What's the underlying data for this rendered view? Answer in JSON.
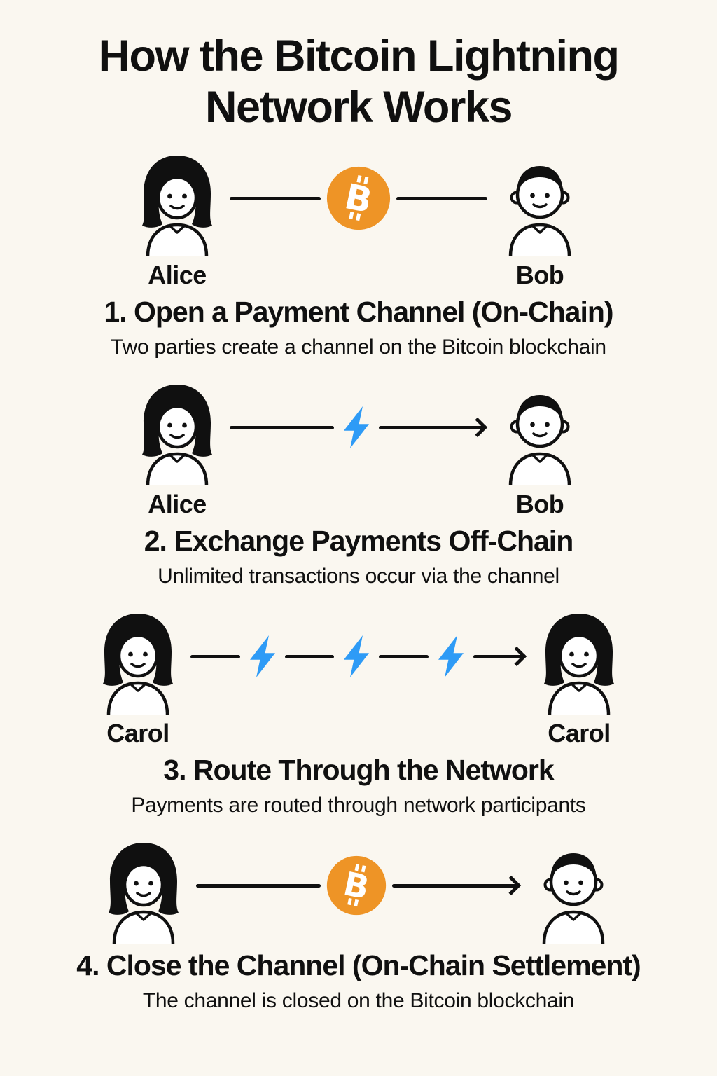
{
  "title": "How the Bitcoin Lightning Network Works",
  "colors": {
    "background": "#FAF7F0",
    "text": "#101010",
    "bitcoin_orange": "#EE9426",
    "lightning_blue": "#2E9BF6"
  },
  "icons": {
    "bitcoin": "bitcoin-coin-icon",
    "lightning": "lightning-bolt-icon"
  },
  "steps": [
    {
      "left_name": "Alice",
      "right_name": "Bob",
      "heading": "1. Open a Payment Channel (On-Chain)",
      "subtext": "Two parties create a channel on the Bitcoin blockchain",
      "connector_icons": [
        "bitcoin-coin"
      ],
      "arrow": false
    },
    {
      "left_name": "Alice",
      "right_name": "Bob",
      "heading": "2. Exchange Payments Off-Chain",
      "subtext": "Unlimited transactions occur via the channel",
      "connector_icons": [
        "lightning-bolt"
      ],
      "arrow": true
    },
    {
      "left_name": "Carol",
      "right_name": "Carol",
      "heading": "3. Route Through the Network",
      "subtext": "Payments are routed through network participants",
      "connector_icons": [
        "lightning-bolt",
        "lightning-bolt",
        "lightning-bolt"
      ],
      "arrow": true
    },
    {
      "left_name": "",
      "right_name": "",
      "heading": "4. Close the Channel (On-Chain Settlement)",
      "subtext": "The channel is closed on the Bitcoin blockchain",
      "connector_icons": [
        "bitcoin-coin"
      ],
      "arrow": true
    }
  ]
}
